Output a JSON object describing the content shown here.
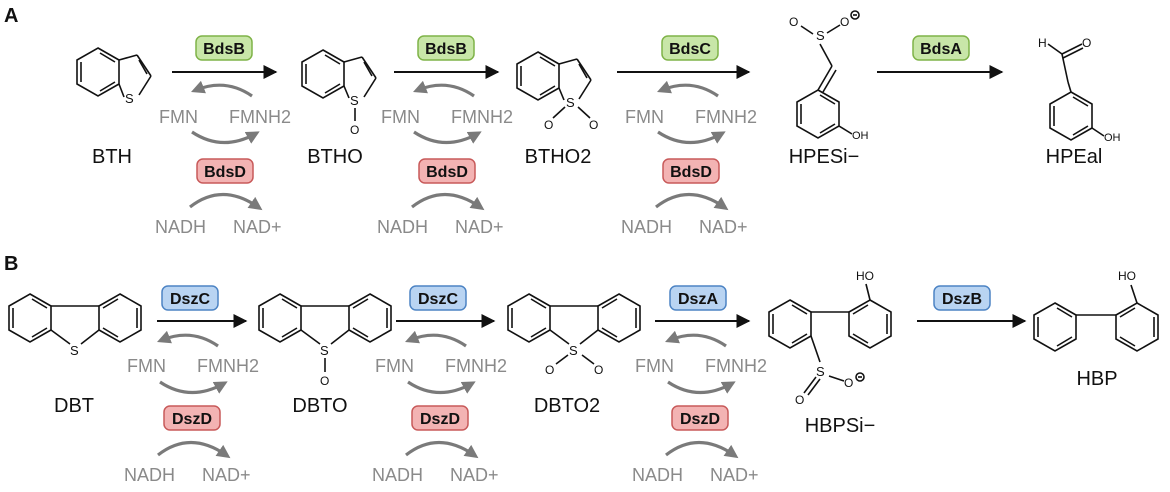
{
  "panels": {
    "a": {
      "label": "A",
      "compounds": [
        "BTH",
        "BTHO",
        "BTHO2",
        "HPESi−",
        "HPEal"
      ],
      "enzymes": [
        "BdsB",
        "BdsB",
        "BdsC",
        "BdsA"
      ],
      "reductase": "BdsD",
      "atoms": {
        "s": "S",
        "o": "O",
        "oh": "OH",
        "h": "H"
      }
    },
    "b": {
      "label": "B",
      "compounds": [
        "DBT",
        "DBTO",
        "DBTO2",
        "HBPSi−",
        "HBP"
      ],
      "enzymes": [
        "DszC",
        "DszC",
        "DszA",
        "DszB"
      ],
      "reductase": "DszD",
      "atoms": {
        "s": "S",
        "o": "O",
        "ho": "HO"
      }
    }
  },
  "cofactors": {
    "fmn": "FMN",
    "fmnh2": "FMNH2",
    "nadh": "NADH",
    "nad": "NAD+"
  },
  "colors": {
    "monooxygenase_a": "#c8e6a8",
    "monooxygenase_b": "#b9d4f2",
    "reductase": "#f3b3b3",
    "cofactor_text": "#8a8a8a",
    "cycle_arrow": "#7a7a7a"
  }
}
